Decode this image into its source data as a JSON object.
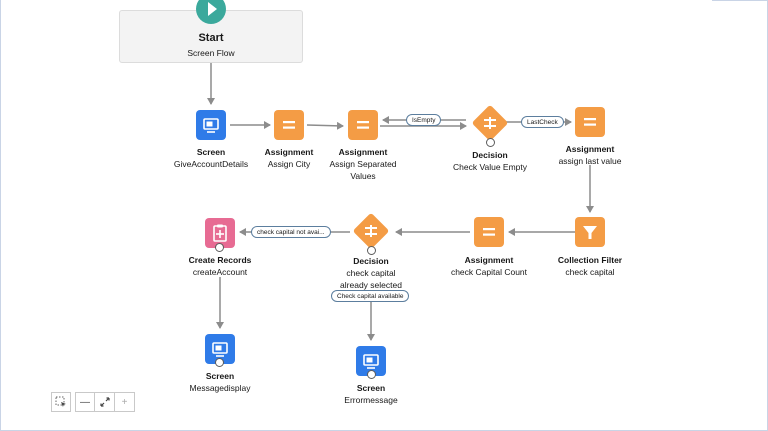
{
  "start": {
    "title": "Start",
    "subtitle": "Screen Flow"
  },
  "nodes": {
    "screen_give": {
      "type": "Screen",
      "name": "GiveAccountDetails"
    },
    "assign_city": {
      "type": "Assignment",
      "name": "Assign City"
    },
    "assign_separated": {
      "type": "Assignment",
      "name_line1": "Assign Separated",
      "name_line2": "Values"
    },
    "decision_empty": {
      "type": "Decision",
      "name": "Check Value Empty"
    },
    "assign_last": {
      "type": "Assignment",
      "name": "assign last value"
    },
    "collection_filter": {
      "type": "Collection Filter",
      "name": "check capital"
    },
    "assign_count": {
      "type": "Assignment",
      "name": "check Capital Count"
    },
    "decision_capital": {
      "type": "Decision",
      "name_line1": "check capital",
      "name_line2": "already selected"
    },
    "create_account": {
      "type": "Create Records",
      "name": "createAccount"
    },
    "screen_message": {
      "type": "Screen",
      "name": "Messagedisplay"
    },
    "screen_error": {
      "type": "Screen",
      "name": "Errormessage"
    }
  },
  "pills": {
    "is_empty": "IsEmpty",
    "last_check": "LastCheck",
    "capital_not_avail": "check capital not avai...",
    "capital_available": "Check capital available"
  },
  "toolbar": {
    "select_icon": "select-icon",
    "zoom_out": "—",
    "fit": "fit-icon",
    "zoom_in": "+"
  },
  "colors": {
    "screen": "#2f7be8",
    "assignment": "#f49c45",
    "create": "#e76b93",
    "start": "#3ba99c",
    "connector": "#8c8c8c"
  }
}
